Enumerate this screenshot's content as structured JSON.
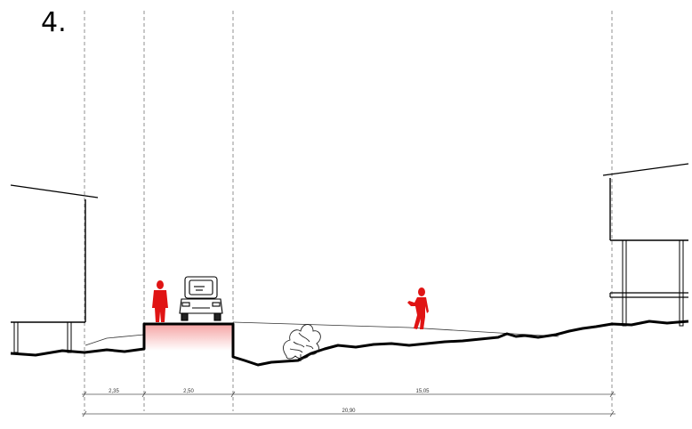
{
  "figure": {
    "number": "4."
  },
  "dimensions": {
    "segments": [
      "2,35",
      "2,50",
      "15,05"
    ],
    "total": "20,90"
  },
  "colors": {
    "figure_red": "#e01414",
    "platform_gradient_top": "#f7b3b3",
    "ground_line": "#000000",
    "dim_line": "#555555"
  },
  "icons": [
    "person-standing-icon",
    "car-front-icon",
    "person-walking-icon",
    "shrub-icon"
  ]
}
